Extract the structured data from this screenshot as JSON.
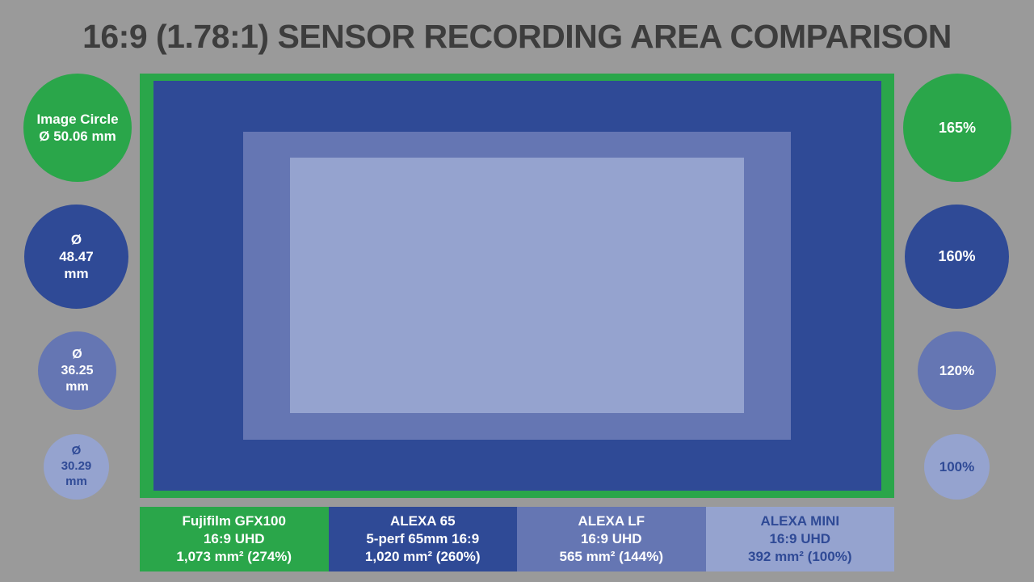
{
  "title": "16:9 (1.78:1) SENSOR RECORDING AREA COMPARISON",
  "colors": {
    "background": "#9a9a9a",
    "gfx100": "#2aa64a",
    "alexa65": "#2f4a96",
    "alexa_lf": "#6576b3",
    "alexa_mini": "#95a3cf"
  },
  "image_circles": [
    {
      "line1": "Image Circle",
      "line2": "Ø  50.06 mm",
      "line3": ""
    },
    {
      "line1": "Ø",
      "line2": "48.47",
      "line3": "mm"
    },
    {
      "line1": "Ø",
      "line2": "36.25",
      "line3": "mm"
    },
    {
      "line1": "Ø",
      "line2": "30.29",
      "line3": "mm"
    }
  ],
  "percentages": [
    "165%",
    "160%",
    "120%",
    "100%"
  ],
  "sensors": [
    {
      "name": "Fujifilm GFX100",
      "format": "16:9 UHD",
      "area": "1,073 mm² (274%)"
    },
    {
      "name": "ALEXA 65",
      "format": "5-perf 65mm 16:9",
      "area": "1,020 mm² (260%)"
    },
    {
      "name": "ALEXA LF",
      "format": "16:9 UHD",
      "area": "565 mm² (144%)"
    },
    {
      "name": "ALEXA MINI",
      "format": "16:9 UHD",
      "area": "392 mm² (100%)"
    }
  ]
}
